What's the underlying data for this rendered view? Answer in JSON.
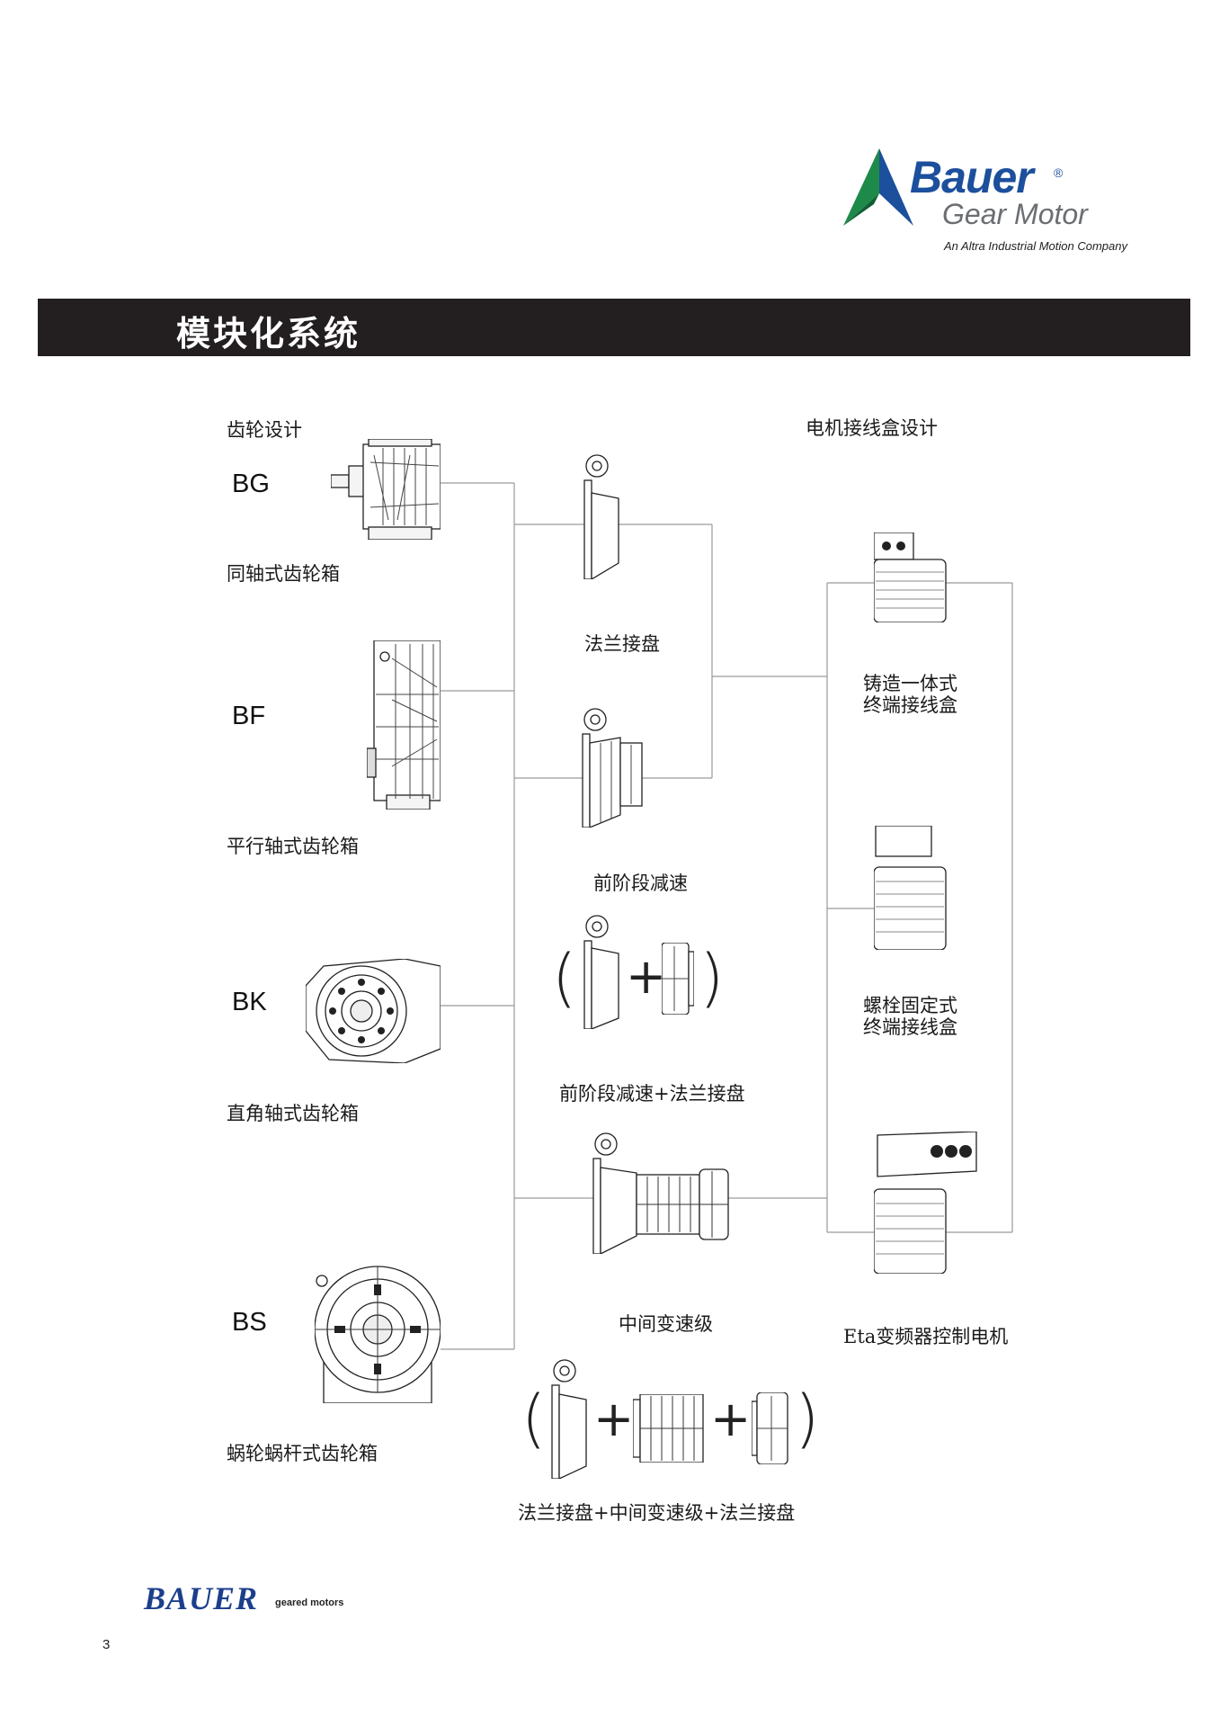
{
  "brand": {
    "name": "Bauer",
    "reg_mark": "®",
    "tagline": "Gear Motor",
    "sub": "An Altra Industrial Motion Company",
    "accent_green": "#1e8a4a",
    "accent_blue": "#1c4f9c"
  },
  "title": "模块化系统",
  "columns": {
    "gear_design": "齿轮设计",
    "terminal_box_design": "电机接线盒设计"
  },
  "gearboxes": [
    {
      "code": "BG",
      "label": "同轴式齿轮箱",
      "icon": "coaxial-gearbox-icon"
    },
    {
      "code": "BF",
      "label": "平行轴式齿轮箱",
      "icon": "parallel-shaft-gearbox-icon"
    },
    {
      "code": "BK",
      "label": "直角轴式齿轮箱",
      "icon": "bevel-gearbox-icon"
    },
    {
      "code": "BS",
      "label": "蜗轮蜗杆式齿轮箱",
      "icon": "worm-gearbox-icon"
    }
  ],
  "modules": {
    "flange": "法兰接盘",
    "pre_stage": "前阶段减速",
    "pre_stage_flange": "前阶段减速+法兰接盘",
    "intermediate": "中间变速级",
    "flange_inter_flange": "法兰接盘+中间变速级+法兰接盘",
    "open_paren": "(",
    "close_paren": ")",
    "plus": "+"
  },
  "terminal_boxes": {
    "cast_line1": "铸造一体式",
    "cast_line2": "终端接线盒",
    "bolted_line1": "螺栓固定式",
    "bolted_line2": "终端接线盒",
    "eta": "Eta变频器控制电机"
  },
  "footer": {
    "brand": "BAUER",
    "sub": "geared motors",
    "page": "3"
  }
}
